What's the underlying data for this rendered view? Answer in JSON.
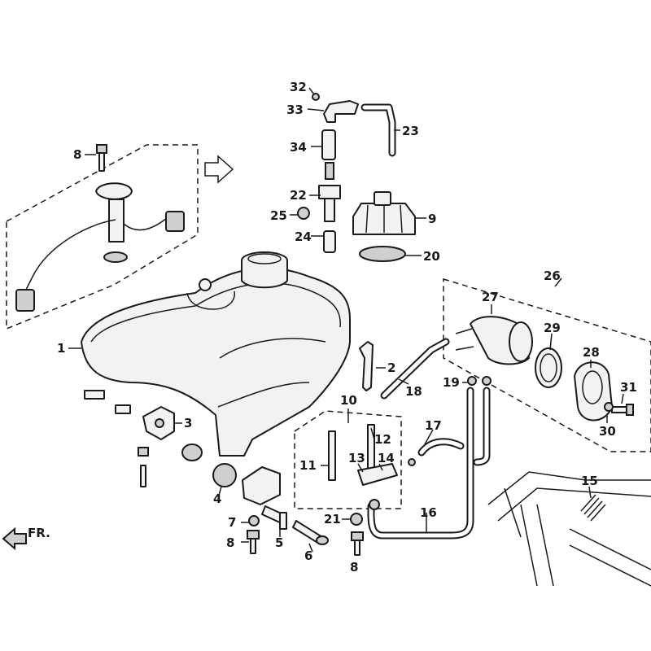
{
  "labels": {
    "p1": "1",
    "p2": "2",
    "p3": "3",
    "p4": "4",
    "p5": "5",
    "p6": "6",
    "p7": "7",
    "p8a": "8",
    "p8b": "8",
    "p8c": "8",
    "p9": "9",
    "p10": "10",
    "p11": "11",
    "p12": "12",
    "p13": "13",
    "p14": "14",
    "p15": "15",
    "p16": "16",
    "p17": "17",
    "p18": "18",
    "p19": "19",
    "p20": "20",
    "p21": "21",
    "p22": "22",
    "p23": "23",
    "p24": "24",
    "p25": "25",
    "p26": "26",
    "p27": "27",
    "p28": "28",
    "p29": "29",
    "p30": "30",
    "p31": "31",
    "p32": "32",
    "p33": "33",
    "p34": "34"
  },
  "front_marker": "FR."
}
